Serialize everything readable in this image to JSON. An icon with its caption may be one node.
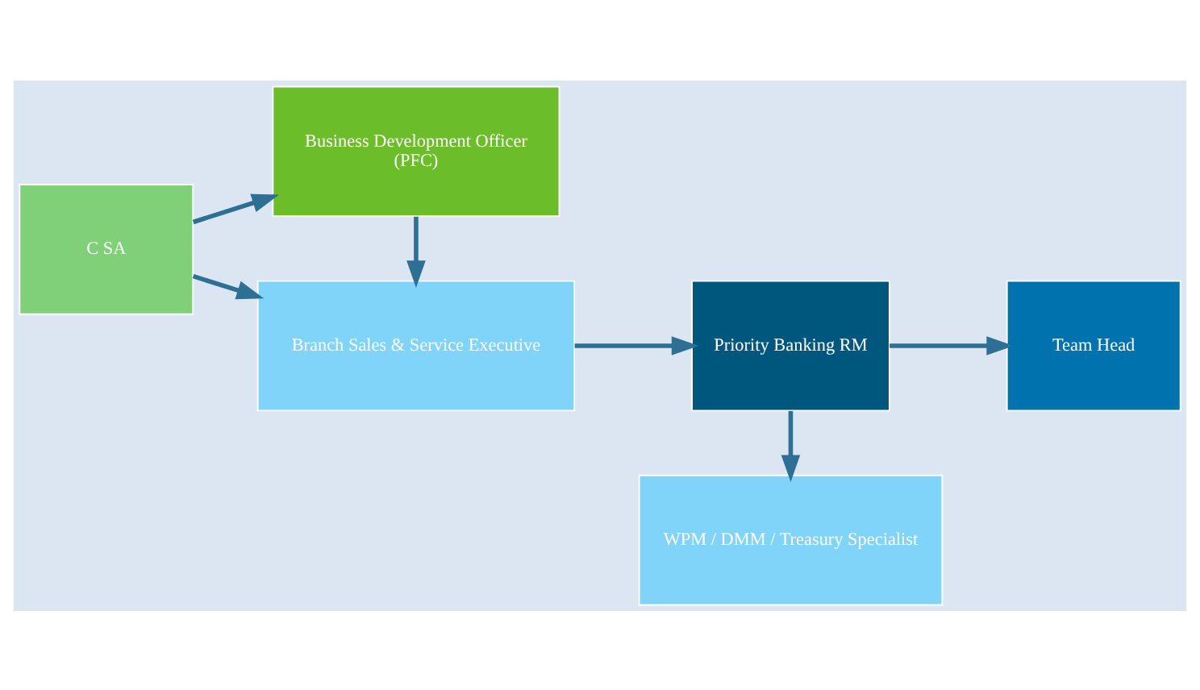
{
  "diagram": {
    "nodes": [
      {
        "text": [
          "Business Development Officer",
          "(PFC)"
        ]
      },
      {
        "text": [
          "C SA"
        ]
      },
      {
        "text": [
          "Branch Sales & Service Executive"
        ]
      },
      {
        "text": [
          "Priority Banking RM"
        ]
      },
      {
        "text": [
          "Team Head"
        ]
      },
      {
        "text": [
          "WPM / DMM / Treasury Specialist"
        ]
      }
    ],
    "edges": [
      {
        "from": 1,
        "to": 0,
        "arrow": "to"
      },
      {
        "from": 1,
        "to": 2,
        "arrow": "to"
      },
      {
        "from": 0,
        "to": 2,
        "arrow": "to"
      },
      {
        "from": 2,
        "to": 3,
        "arrow": "to"
      },
      {
        "from": 3,
        "to": 4,
        "arrow": "to"
      },
      {
        "from": 3,
        "to": 5,
        "arrow": "to"
      }
    ]
  }
}
